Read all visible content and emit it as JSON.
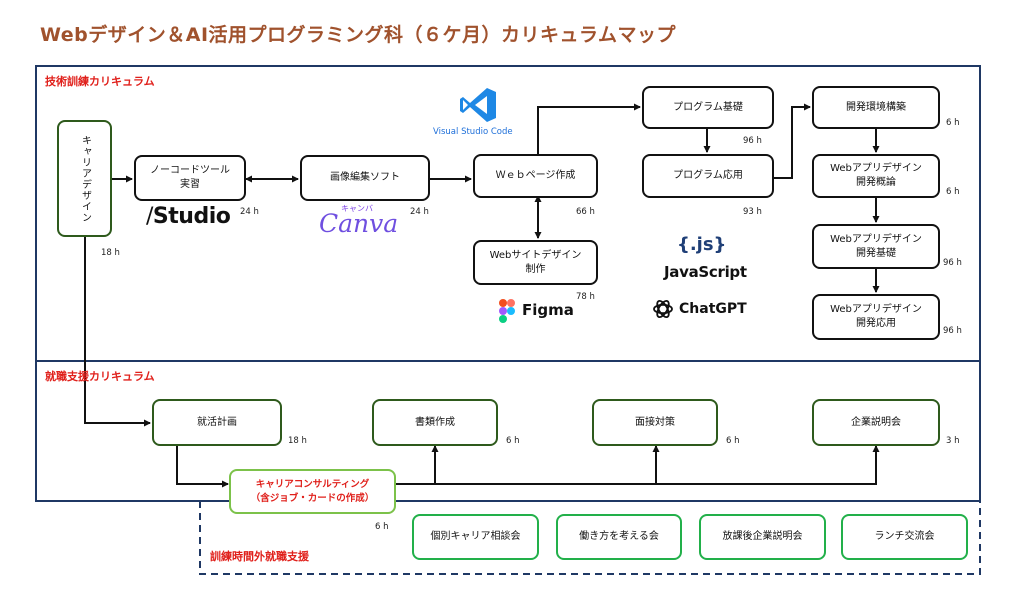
{
  "title": "Webデザイン＆AI活用プログラミング科（６ケ月）カリキュラムマップ",
  "sections": {
    "technical": "技術訓練カリキュラム",
    "job": "就職支援カリキュラム",
    "outside": "訓練時間外就職支援"
  },
  "nodes": {
    "career_design": {
      "label": "キャリアデザイン",
      "hours": "18 h"
    },
    "nocode": {
      "label1": "ノーコードツール",
      "label2": "実習",
      "hours": "24 h"
    },
    "image_edit": {
      "label": "画像編集ソフト",
      "hours": "24 h"
    },
    "webpage": {
      "label": "Ｗｅｂページ作成",
      "hours": "66 h"
    },
    "website_design": {
      "label1": "Webサイトデザイン",
      "label2": "制作",
      "hours": "78 h"
    },
    "prog_basic": {
      "label": "プログラム基礎",
      "hours": "96 h"
    },
    "prog_applied": {
      "label": "プログラム応用",
      "hours": "93 h"
    },
    "dev_env": {
      "label": "開発環境構築",
      "hours": "6 h"
    },
    "webapp_overview": {
      "label1": "Webアプリデザイン",
      "label2": "開発概論",
      "hours": "6 h"
    },
    "webapp_basic": {
      "label1": "Webアプリデザイン",
      "label2": "開発基礎",
      "hours": "96 h"
    },
    "webapp_applied": {
      "label1": "Webアプリデザイン",
      "label2": "開発応用",
      "hours": "96 h"
    },
    "job_plan": {
      "label": "就活計画",
      "hours": "18 h"
    },
    "documents": {
      "label": "書類作成",
      "hours": "6 h"
    },
    "interview": {
      "label": "面接対策",
      "hours": "6 h"
    },
    "company_info": {
      "label": "企業説明会",
      "hours": "3 h"
    },
    "career_consulting": {
      "label1": "キャリアコンサルティング",
      "label2": "（含ジョブ・カードの作成）",
      "hours": "6 h"
    }
  },
  "extras": [
    {
      "label": "個別キャリア相談会"
    },
    {
      "label": "働き方を考える会"
    },
    {
      "label": "放課後企業説明会"
    },
    {
      "label": "ランチ交流会"
    }
  ],
  "logos": {
    "vscode": "Visual Studio Code",
    "studio": "Studio",
    "canva_kana": "キャンバ",
    "canva": "Canva",
    "figma": "Figma",
    "js_symbol": "{.js}",
    "javascript": "JavaScript",
    "chatgpt": "ChatGPT"
  },
  "colors": {
    "title": "#a0522d",
    "section_label": "#e0201b",
    "frame_border": "#1f3864",
    "job_box_border": "#2e5a1c",
    "extra_box_border": "#22b04a",
    "consult_border": "#7cc24a"
  }
}
